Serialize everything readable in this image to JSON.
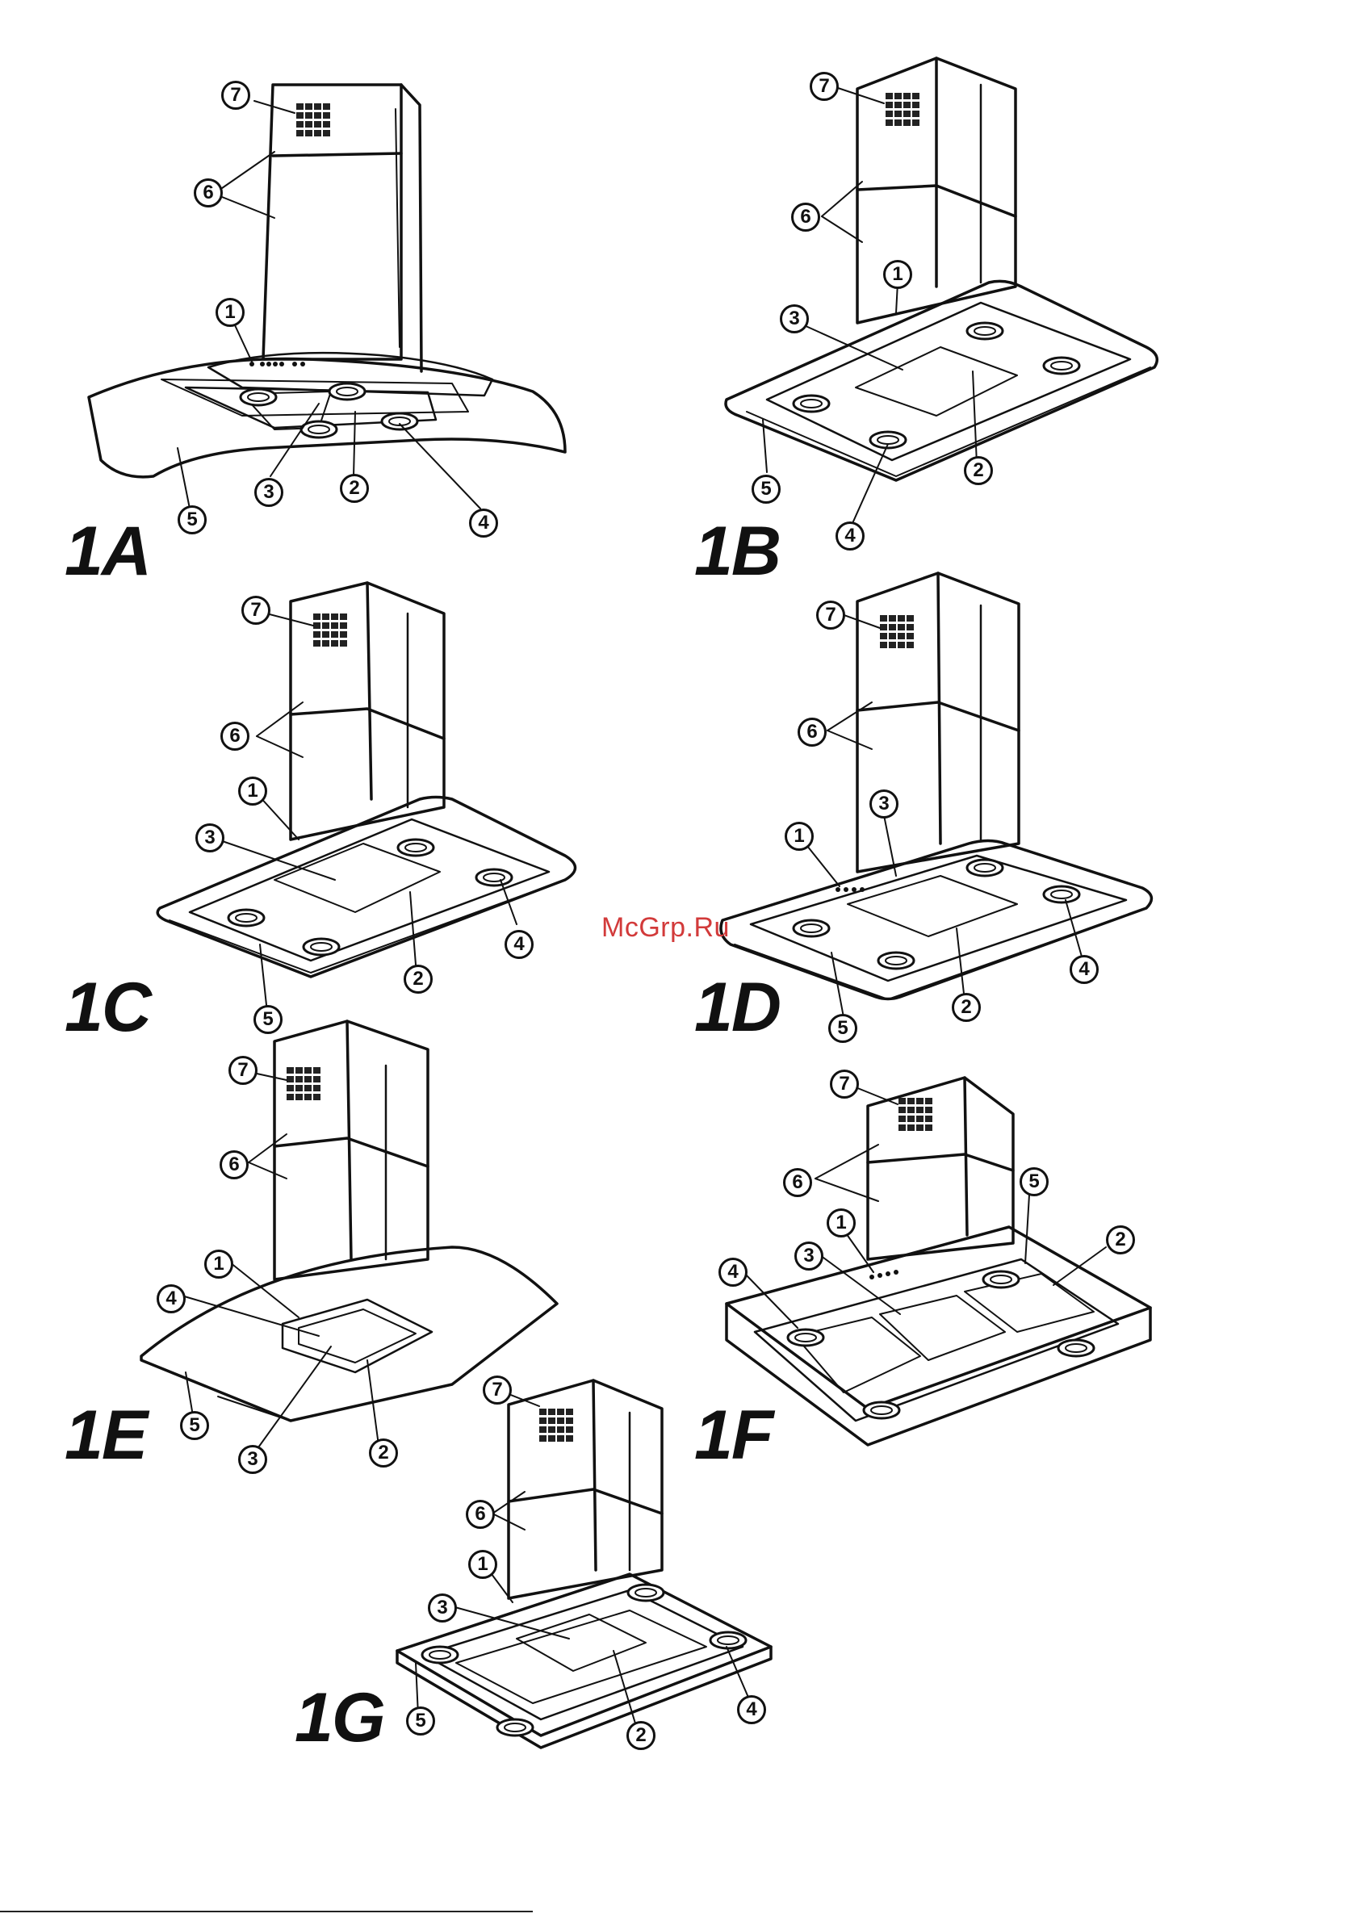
{
  "figures": [
    {
      "id": "1A",
      "label": "1A"
    },
    {
      "id": "1B",
      "label": "1B"
    },
    {
      "id": "1C",
      "label": "1C"
    },
    {
      "id": "1D",
      "label": "1D"
    },
    {
      "id": "1E",
      "label": "1E"
    },
    {
      "id": "1F",
      "label": "1F"
    },
    {
      "id": "1G",
      "label": "1G"
    }
  ],
  "callouts": {
    "n1": "1",
    "n2": "2",
    "n3": "3",
    "n4": "4",
    "n5": "5",
    "n6": "6",
    "n7": "7"
  },
  "watermark": "McGrp.Ru",
  "colors": {
    "line": "#111111",
    "watermark": "#d23a3a"
  }
}
